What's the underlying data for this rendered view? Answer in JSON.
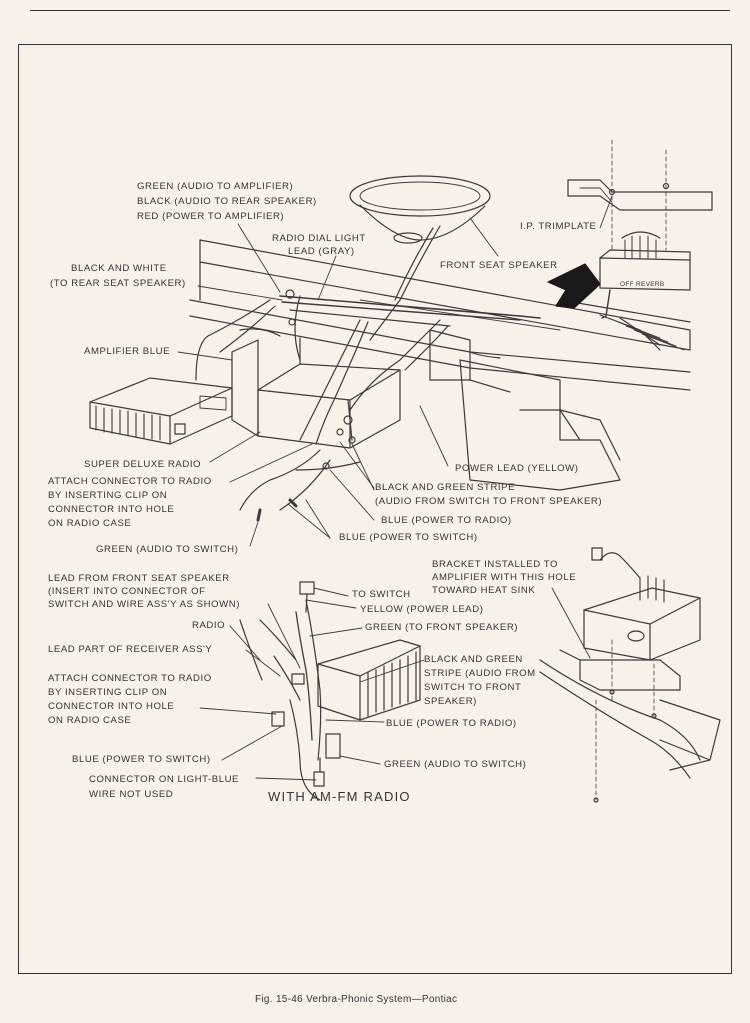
{
  "labels": {
    "green_audio_amp": "GREEN (AUDIO TO AMPLIFIER)",
    "black_audio_rear": "BLACK (AUDIO TO REAR SPEAKER)",
    "red_power_amp": "RED (POWER TO AMPLIFIER)",
    "radio_dial_light_1": "RADIO DIAL LIGHT",
    "radio_dial_light_2": "LEAD (GRAY)",
    "black_white_1": "BLACK AND WHITE",
    "black_white_2": "(TO REAR SEAT SPEAKER)",
    "front_seat_speaker": "FRONT SEAT SPEAKER",
    "ip_trimplate": "I.P. TRIMPLATE",
    "amplifier_blue": "AMPLIFIER BLUE",
    "super_deluxe_radio": "SUPER DELUXE RADIO",
    "attach_top_1": "ATTACH CONNECTOR TO RADIO",
    "attach_top_2": "BY INSERTING CLIP ON",
    "attach_top_3": "CONNECTOR INTO HOLE",
    "attach_top_4": "ON RADIO CASE",
    "power_lead_yellow": "POWER LEAD (YELLOW)",
    "bg_stripe_top_1": "BLACK AND GREEN STRIPE",
    "bg_stripe_top_2": "(AUDIO FROM SWITCH TO FRONT SPEAKER)",
    "blue_power_radio_top": "BLUE (POWER TO RADIO)",
    "blue_power_switch_top": "BLUE (POWER TO SWITCH)",
    "green_audio_switch_top": "GREEN (AUDIO TO SWITCH)",
    "lead_front_1": "LEAD FROM FRONT SEAT SPEAKER",
    "lead_front_2": "(INSERT INTO CONNECTOR OF",
    "lead_front_3": "SWITCH AND WIRE ASS'Y AS SHOWN)",
    "to_switch": "TO SWITCH",
    "yellow_power_lead": "YELLOW (POWER LEAD)",
    "radio": "RADIO",
    "green_front_speaker": "GREEN (TO FRONT SPEAKER)",
    "lead_part_receiver": "LEAD PART OF RECEIVER ASS'Y",
    "bg_stripe_bot_1": "BLACK AND GREEN",
    "bg_stripe_bot_2": "STRIPE (AUDIO FROM",
    "bg_stripe_bot_3": "SWITCH TO FRONT",
    "bg_stripe_bot_4": "SPEAKER)",
    "attach_bot_1": "ATTACH CONNECTOR TO RADIO",
    "attach_bot_2": "BY INSERTING CLIP ON",
    "attach_bot_3": "CONNECTOR INTO HOLE",
    "attach_bot_4": "ON RADIO CASE",
    "blue_power_radio_bot": "BLUE (POWER TO RADIO)",
    "blue_power_switch_bot": "BLUE (POWER TO SWITCH)",
    "green_audio_switch_bot": "GREEN (AUDIO TO SWITCH)",
    "connector_light_1": "CONNECTOR ON LIGHT-BLUE",
    "connector_light_2": "WIRE NOT USED",
    "bracket_1": "BRACKET INSTALLED TO",
    "bracket_2": "AMPLIFIER WITH THIS HOLE",
    "bracket_3": "TOWARD HEAT SINK",
    "switch_off_reverb": "OFF REVERB"
  },
  "section_title": "WITH AM-FM RADIO",
  "caption": "Fig. 15-46  Verbra-Phonic System—Pontiac"
}
